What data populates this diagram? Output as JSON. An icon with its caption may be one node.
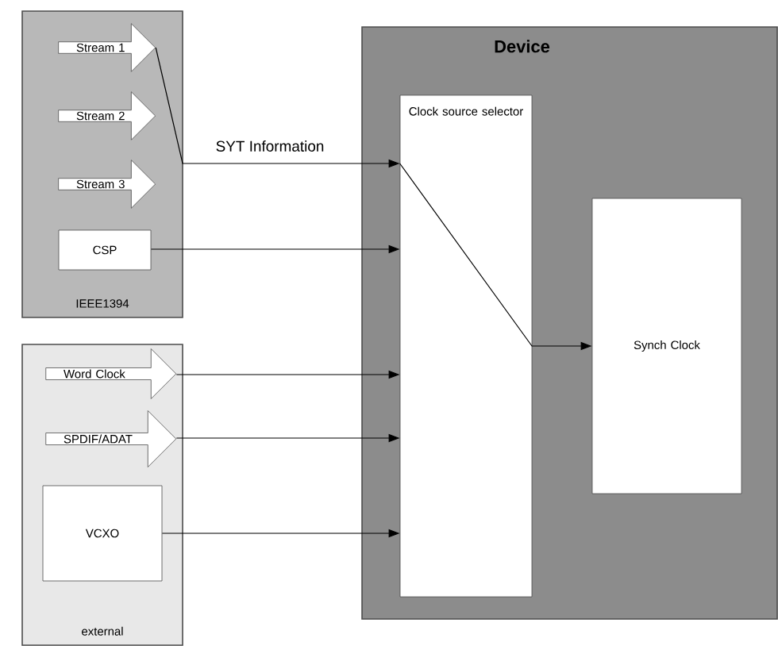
{
  "diagram": {
    "nodes": [
      {
        "text": [
          "IEEE1394"
        ]
      },
      {
        "text": [
          "Stream 1"
        ],
        "in": 0
      },
      {
        "text": [
          "Stream 2"
        ],
        "in": 0
      },
      {
        "text": [
          "Stream 3"
        ],
        "in": 0
      },
      {
        "text": [
          "CSP"
        ],
        "in": 0
      },
      {
        "text": [
          "external"
        ]
      },
      {
        "text": [
          "Word Clock"
        ],
        "in": 5
      },
      {
        "text": [
          "SPDIF/ADAT"
        ],
        "in": 5
      },
      {
        "text": [
          "VCXO"
        ],
        "in": 5
      },
      {
        "text": [
          "Device"
        ]
      },
      {
        "text": [
          "Clock source selector"
        ],
        "in": 9
      },
      {
        "text": [
          "Synch Clock"
        ],
        "in": 9
      }
    ],
    "edges": [
      {
        "from": 1,
        "to": 10,
        "arrow": "to",
        "label": "SYT Information"
      },
      {
        "from": 4,
        "to": 10,
        "arrow": "to"
      },
      {
        "from": 6,
        "to": 10,
        "arrow": "to"
      },
      {
        "from": 7,
        "to": 10,
        "arrow": "to"
      },
      {
        "from": 8,
        "to": 10,
        "arrow": "to"
      },
      {
        "from": 10,
        "to": 11,
        "arrow": "to"
      }
    ]
  }
}
